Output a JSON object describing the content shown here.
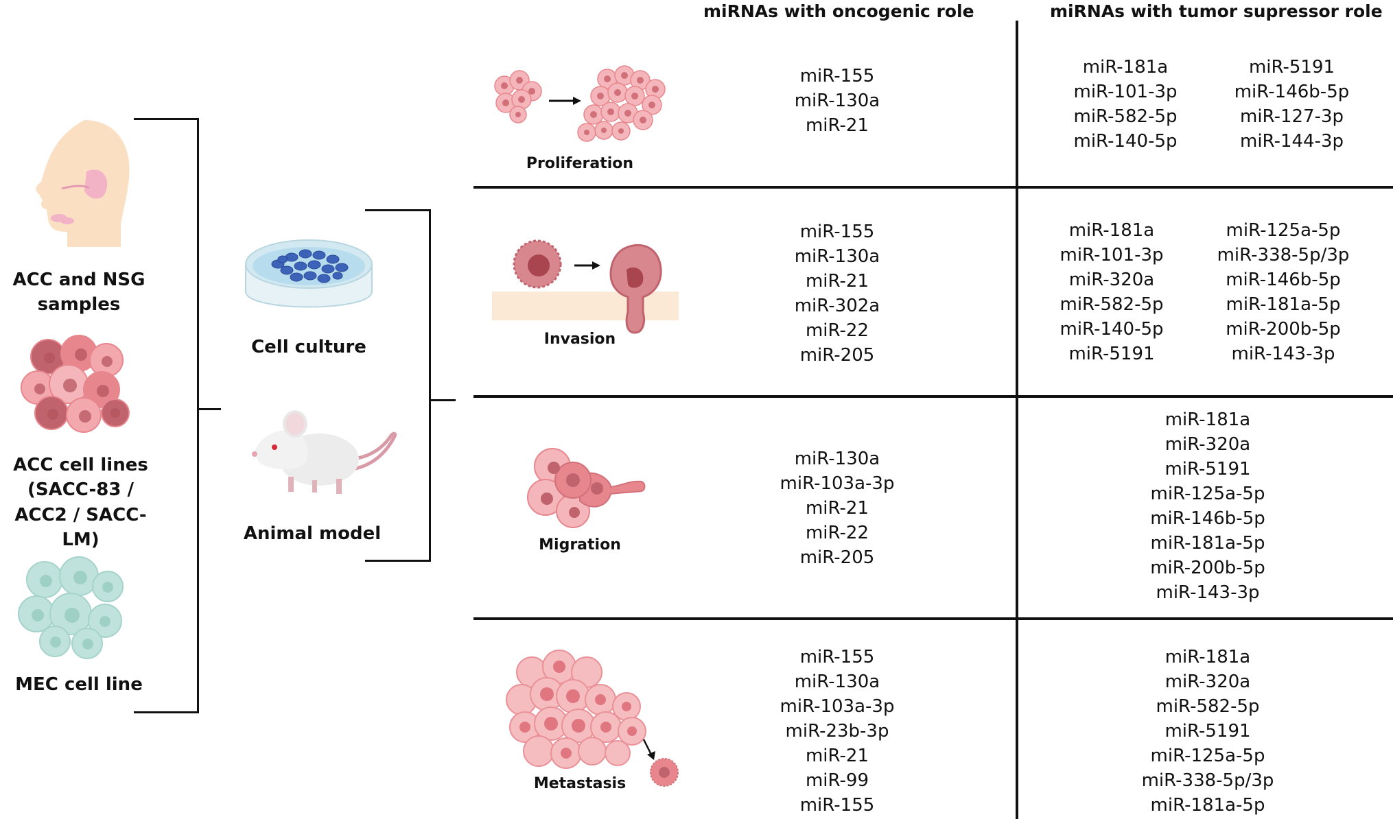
{
  "headers": {
    "oncogenic": "miRNAs with oncogenic role",
    "suppressor": "miRNAs with tumor supressor role"
  },
  "sources": {
    "samples": "ACC and NSG samples",
    "cell_lines_title": "ACC cell lines",
    "cell_lines_detail": "(SACC-83 / ACC2 / SACC-LM)",
    "mec": "MEC cell line"
  },
  "models": {
    "cell_culture": "Cell culture",
    "animal_model": "Animal model"
  },
  "rows": [
    {
      "process": "Proliferation",
      "oncogenic": [
        "miR-155",
        "miR-130a",
        "miR-21"
      ],
      "suppressor_left": [
        "miR-181a",
        "miR-101-3p",
        "miR-582-5p",
        "miR-140-5p"
      ],
      "suppressor_right": [
        "miR-5191",
        "miR-146b-5p",
        "miR-127-3p",
        "miR-144-3p"
      ]
    },
    {
      "process": "Invasion",
      "oncogenic": [
        "miR-155",
        "miR-130a",
        "miR-21",
        "miR-302a",
        "miR-22",
        "miR-205"
      ],
      "suppressor_left": [
        "miR-181a",
        "miR-101-3p",
        "miR-320a",
        "miR-582-5p",
        "miR-140-5p",
        "miR-5191"
      ],
      "suppressor_right": [
        "miR-125a-5p",
        "miR-338-5p/3p",
        "miR-146b-5p",
        "miR-181a-5p",
        "miR-200b-5p",
        "miR-143-3p"
      ]
    },
    {
      "process": "Migration",
      "oncogenic": [
        "miR-130a",
        "miR-103a-3p",
        "miR-21",
        "miR-22",
        "miR-205"
      ],
      "suppressor": [
        "miR-181a",
        "miR-320a",
        "miR-5191",
        "miR-125a-5p",
        "miR-146b-5p",
        "miR-181a-5p",
        "miR-200b-5p",
        "miR-143-3p"
      ]
    },
    {
      "process": "Metastasis",
      "oncogenic": [
        "miR-155",
        "miR-130a",
        "miR-103a-3p",
        "miR-23b-3p",
        "miR-21",
        "miR-99",
        "miR-155"
      ],
      "suppressor": [
        "miR-181a",
        "miR-320a",
        "miR-582-5p",
        "miR-5191",
        "miR-125a-5p",
        "miR-338-5p/3p",
        "miR-181a-5p"
      ]
    }
  ],
  "icons": {
    "head": "human-head-icon",
    "acc_cells": "pink-cell-cluster-icon",
    "mec_cells": "green-cell-cluster-icon",
    "petri": "petri-dish-icon",
    "mouse": "mouse-icon",
    "proliferation": "cell-proliferation-icon",
    "invasion": "cell-invasion-icon",
    "migration": "cell-migration-icon",
    "metastasis": "cell-metastasis-icon"
  },
  "colors": {
    "skin": "#fbdfc3",
    "pink_cell": "#e8868d",
    "dark_cell": "#c0636c",
    "green_cell": "#bfe3dc",
    "dish_blue": "#3d63b8",
    "invasion_band": "#fbe8d5"
  }
}
